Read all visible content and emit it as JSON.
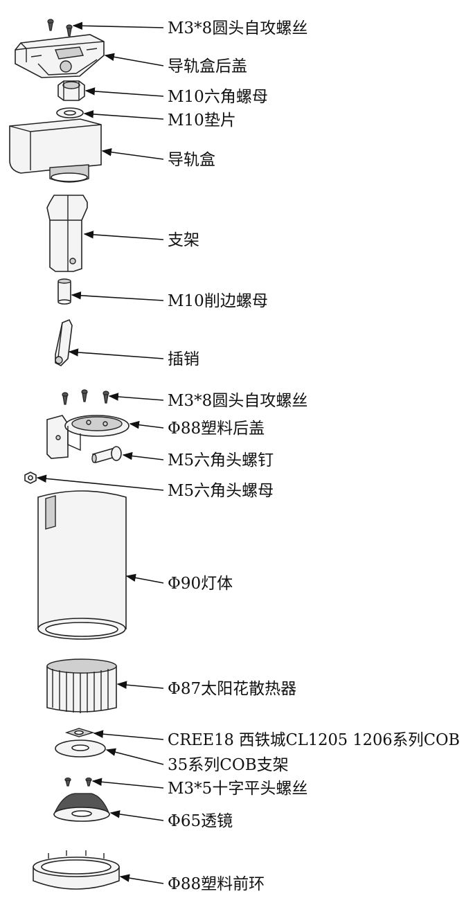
{
  "parts": [
    {
      "id": "screw-top",
      "label": "M3*8圆头自攻螺丝"
    },
    {
      "id": "box-cover",
      "label": "导轨盒后盖"
    },
    {
      "id": "m10-nut",
      "label": "M10六角螺母"
    },
    {
      "id": "m10-washer",
      "label": "M10垫片"
    },
    {
      "id": "rail-box",
      "label": "导轨盒"
    },
    {
      "id": "bracket",
      "label": "支架"
    },
    {
      "id": "m10-cut-nut",
      "label": "M10削边螺母"
    },
    {
      "id": "pin",
      "label": "插销"
    },
    {
      "id": "screw-mid",
      "label": "M3*8圆头自攻螺丝"
    },
    {
      "id": "plastic-cover",
      "label": "Φ88塑料后盖"
    },
    {
      "id": "m5-bolt",
      "label": "M5六角头螺钉"
    },
    {
      "id": "m5-nut",
      "label": "M5六角头螺母"
    },
    {
      "id": "lamp-body",
      "label": "Φ90灯体"
    },
    {
      "id": "heatsink",
      "label": "Φ87太阳花散热器"
    },
    {
      "id": "cob",
      "label": "CREE18 西铁城CL1205 1206系列COB"
    },
    {
      "id": "cob-holder",
      "label": "35系列COB支架"
    },
    {
      "id": "screw-flat",
      "label": "M3*5十字平头螺丝"
    },
    {
      "id": "lens",
      "label": "Φ65透镜"
    },
    {
      "id": "front-ring",
      "label": "Φ88塑料前环"
    }
  ]
}
